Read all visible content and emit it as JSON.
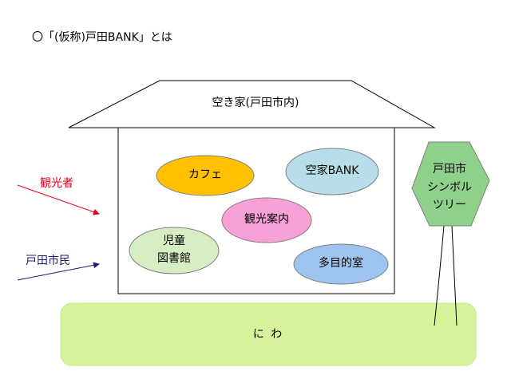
{
  "title": "〇「(仮称)戸田BANK」とは",
  "house": {
    "roof_label": "空き家(戸田市内)"
  },
  "rooms": {
    "cafe": "カフェ",
    "bank": "空家BANK",
    "tourism": "観光案内",
    "library": "児童\n図書館",
    "multipurpose": "多目的室"
  },
  "tree": {
    "label": "戸田市\nシンボル\nツリー"
  },
  "garden": {
    "label": "に わ"
  },
  "visitors": {
    "tourists": "観光者",
    "residents": "戸田市民"
  },
  "colors": {
    "cafe": "#ffc000",
    "bank": "#b7dee8",
    "tourism": "#f7a1d7",
    "library": "#d7eec5",
    "multipurpose": "#9dc3ef",
    "tree": "#8fd08a",
    "garden": "#d7f29a",
    "tourist_arrow": "#e3001b",
    "resident_arrow": "#1e1e7a"
  }
}
